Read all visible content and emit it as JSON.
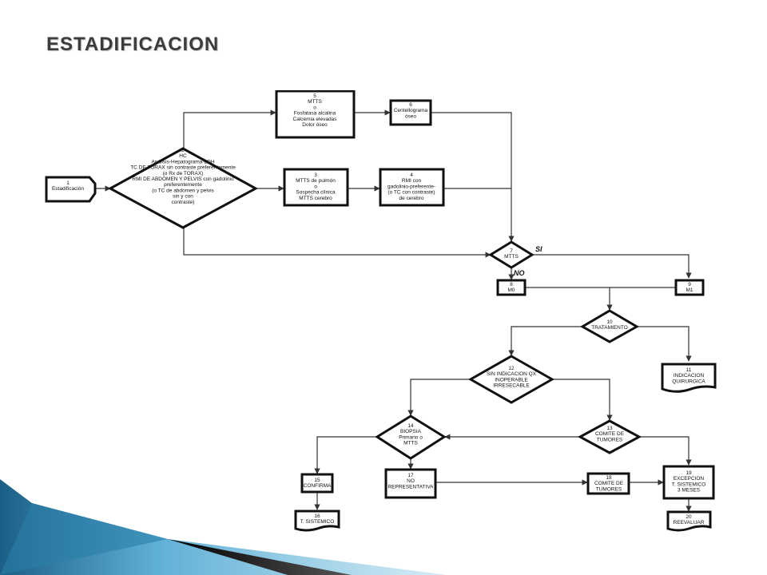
{
  "slide": {
    "title": "ESTADIFICACION"
  },
  "colors": {
    "accent_dark": "#1b5f86",
    "accent_light": "#a9dcef",
    "line": "#333333",
    "stroke": "#111111"
  },
  "diagram": {
    "nodes": {
      "n1": {
        "lines": [
          "1",
          "Estadificación"
        ]
      },
      "n2": {
        "lines": [
          "2",
          "HC",
          "Análisis-Hepatograma-LDH",
          "TC DE TORAX sin contraste preferentemente",
          "(o Rx de TORAX)",
          "RMI DE ABDOMEN Y PELVIS con gadolinio",
          "preferentemente",
          "(o TC de abdomen y pelvis",
          "sin y con",
          "contraste)"
        ]
      },
      "n3": {
        "lines": [
          "3",
          "MTTS de pulmón",
          "o",
          "Sospecha clínica",
          "MTTS cerebro"
        ]
      },
      "n4": {
        "lines": [
          "4",
          "RMI con",
          "gadolinio-preferente-",
          "(o TC con contraste)",
          "de cerebro"
        ]
      },
      "n5": {
        "lines": [
          "5",
          "MTTS",
          "o",
          "Fosfatasa alcalina",
          "Calcemia elevadas",
          "Dolor óseo"
        ]
      },
      "n6": {
        "lines": [
          "6",
          "Centellograma",
          "óseo"
        ]
      },
      "n7": {
        "lines": [
          "7",
          "MTTS"
        ]
      },
      "n8": {
        "lines": [
          "8",
          "M0"
        ]
      },
      "n9": {
        "lines": [
          "9",
          "M1"
        ]
      },
      "n10": {
        "lines": [
          "10",
          "TRATAMIENTO"
        ]
      },
      "n11": {
        "lines": [
          "11",
          "INDICACION",
          "QUIRURGICA"
        ]
      },
      "n12": {
        "lines": [
          "12",
          "SIN INDICACION QX",
          "INOPERABLE",
          "IRRESECABLE"
        ]
      },
      "n13": {
        "lines": [
          "13",
          "COMITE DE",
          "TUMORES"
        ]
      },
      "n14": {
        "lines": [
          "14",
          "BIOPSIA",
          "Primario o",
          "MTTS"
        ]
      },
      "n15": {
        "lines": [
          "15",
          "CONFIRMA"
        ]
      },
      "n16": {
        "lines": [
          "16",
          "T. SISTEMICO"
        ]
      },
      "n17": {
        "lines": [
          "17",
          "NO",
          "REPRESENTATIVA"
        ]
      },
      "n18": {
        "lines": [
          "18",
          "COMITE DE",
          "TUMORES"
        ]
      },
      "n19": {
        "lines": [
          "19",
          "EXCEPCION",
          "T. SISTEMICO",
          "3 MESES"
        ]
      },
      "n20": {
        "lines": [
          "20",
          "REEVALUAR"
        ]
      }
    },
    "edge_labels": {
      "si": "SI",
      "no": "NO"
    }
  }
}
